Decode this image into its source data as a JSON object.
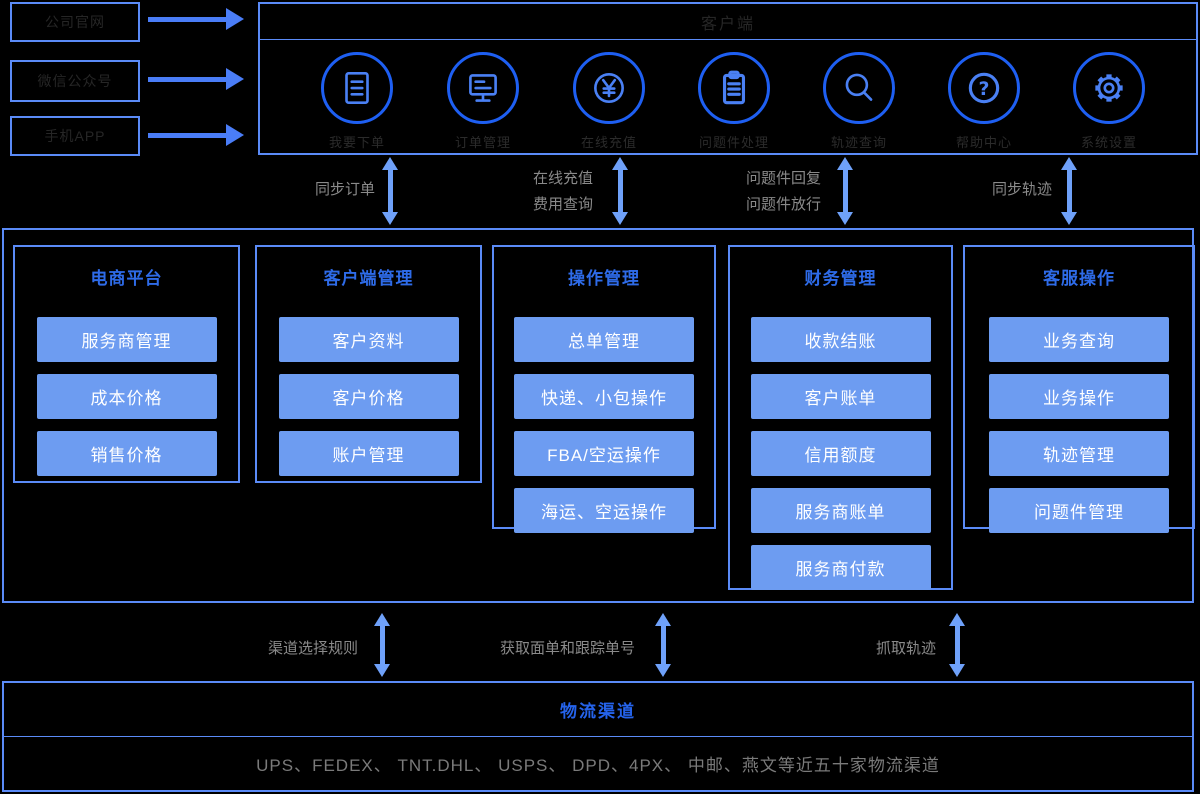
{
  "colors": {
    "border_blue": "#5B8BF7",
    "arrow_blue": "#4A7DF7",
    "v_arrow_blue": "#6FA1F9",
    "icon_ring_blue": "#1E5FF2",
    "icon_glyph_blue": "#4A80F4",
    "button_blue": "#6D9CF1",
    "header_blue": "#2E6BE8",
    "gray_text": "#8a8a8a",
    "dark_text": "#262626"
  },
  "sources": [
    {
      "label": "公司官网"
    },
    {
      "label": "微信公众号"
    },
    {
      "label": "手机APP"
    }
  ],
  "client": {
    "title": "客户端",
    "icons": [
      {
        "name": "order-document-icon",
        "label": "我要下单"
      },
      {
        "name": "monitor-icon",
        "label": "订单管理"
      },
      {
        "name": "yuan-recharge-icon",
        "label": "在线充值"
      },
      {
        "name": "clipboard-icon",
        "label": "问题件处理"
      },
      {
        "name": "search-icon",
        "label": "轨迹查询"
      },
      {
        "name": "help-icon",
        "label": "帮助中心"
      },
      {
        "name": "gear-icon",
        "label": "系统设置"
      }
    ]
  },
  "top_links": [
    {
      "lines": [
        "同步订单"
      ]
    },
    {
      "lines": [
        "在线充值",
        "费用查询"
      ]
    },
    {
      "lines": [
        "问题件回复",
        "问题件放行"
      ]
    },
    {
      "lines": [
        "同步轨迹"
      ]
    }
  ],
  "modules": [
    {
      "title": "电商平台",
      "items": [
        "服务商管理",
        "成本价格",
        "销售价格"
      ]
    },
    {
      "title": "客户端管理",
      "items": [
        "客户资料",
        "客户价格",
        "账户管理"
      ]
    },
    {
      "title": "操作管理",
      "items": [
        "总单管理",
        "快递、小包操作",
        "FBA/空运操作",
        "海运、空运操作"
      ]
    },
    {
      "title": "财务管理",
      "items": [
        "收款结账",
        "客户账单",
        "信用额度",
        "服务商账单",
        "服务商付款"
      ]
    },
    {
      "title": "客服操作",
      "items": [
        "业务查询",
        "业务操作",
        "轨迹管理",
        "问题件管理"
      ]
    }
  ],
  "bottom_links": [
    {
      "label": "渠道选择规则"
    },
    {
      "label": "获取面单和跟踪单号"
    },
    {
      "label": "抓取轨迹"
    }
  ],
  "logistics": {
    "title": "物流渠道",
    "carriers": "UPS、FEDEX、 TNT.DHL、 USPS、 DPD、4PX、 中邮、燕文等近五十家物流渠道"
  }
}
